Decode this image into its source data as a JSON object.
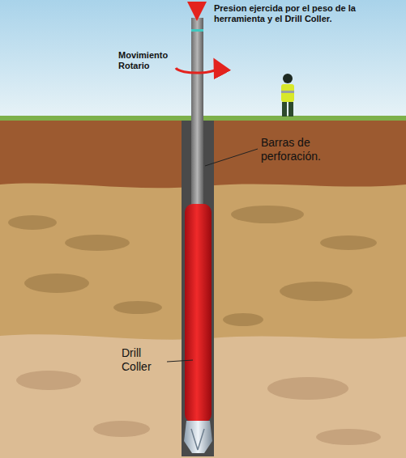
{
  "diagram": {
    "labels": [
      "Presion ejercida por el peso de la herramienta y el Drill Coller.",
      "Movimiento Rotario",
      "Barras de perforación.",
      "Drill Coller"
    ]
  }
}
